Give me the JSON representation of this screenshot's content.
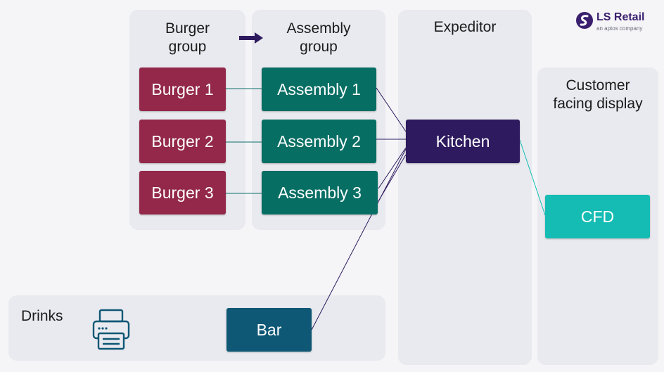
{
  "logo": {
    "name": "LS Retail",
    "tagline": "an aptos company"
  },
  "panels": {
    "burger_group": "Burger\ngroup",
    "assembly_group": "Assembly\ngroup",
    "expeditor": "Expeditor",
    "customer_display": "Customer\nfacing display",
    "drinks": "Drinks"
  },
  "stations": {
    "burger_1": "Burger 1",
    "burger_2": "Burger 2",
    "burger_3": "Burger 3",
    "assembly_1": "Assembly 1",
    "assembly_2": "Assembly 2",
    "assembly_3": "Assembly 3",
    "kitchen": "Kitchen",
    "cfd": "CFD",
    "bar": "Bar"
  },
  "colors": {
    "burger": "#93284a",
    "assembly": "#076e64",
    "kitchen": "#2e1a5e",
    "cfd": "#14bcb4",
    "bar": "#0e5775",
    "arrow": "#2e1a5e"
  },
  "icons": {
    "printer": "printer-icon",
    "logo": "ls-retail-logo-icon",
    "flow": "right-arrow-icon"
  }
}
